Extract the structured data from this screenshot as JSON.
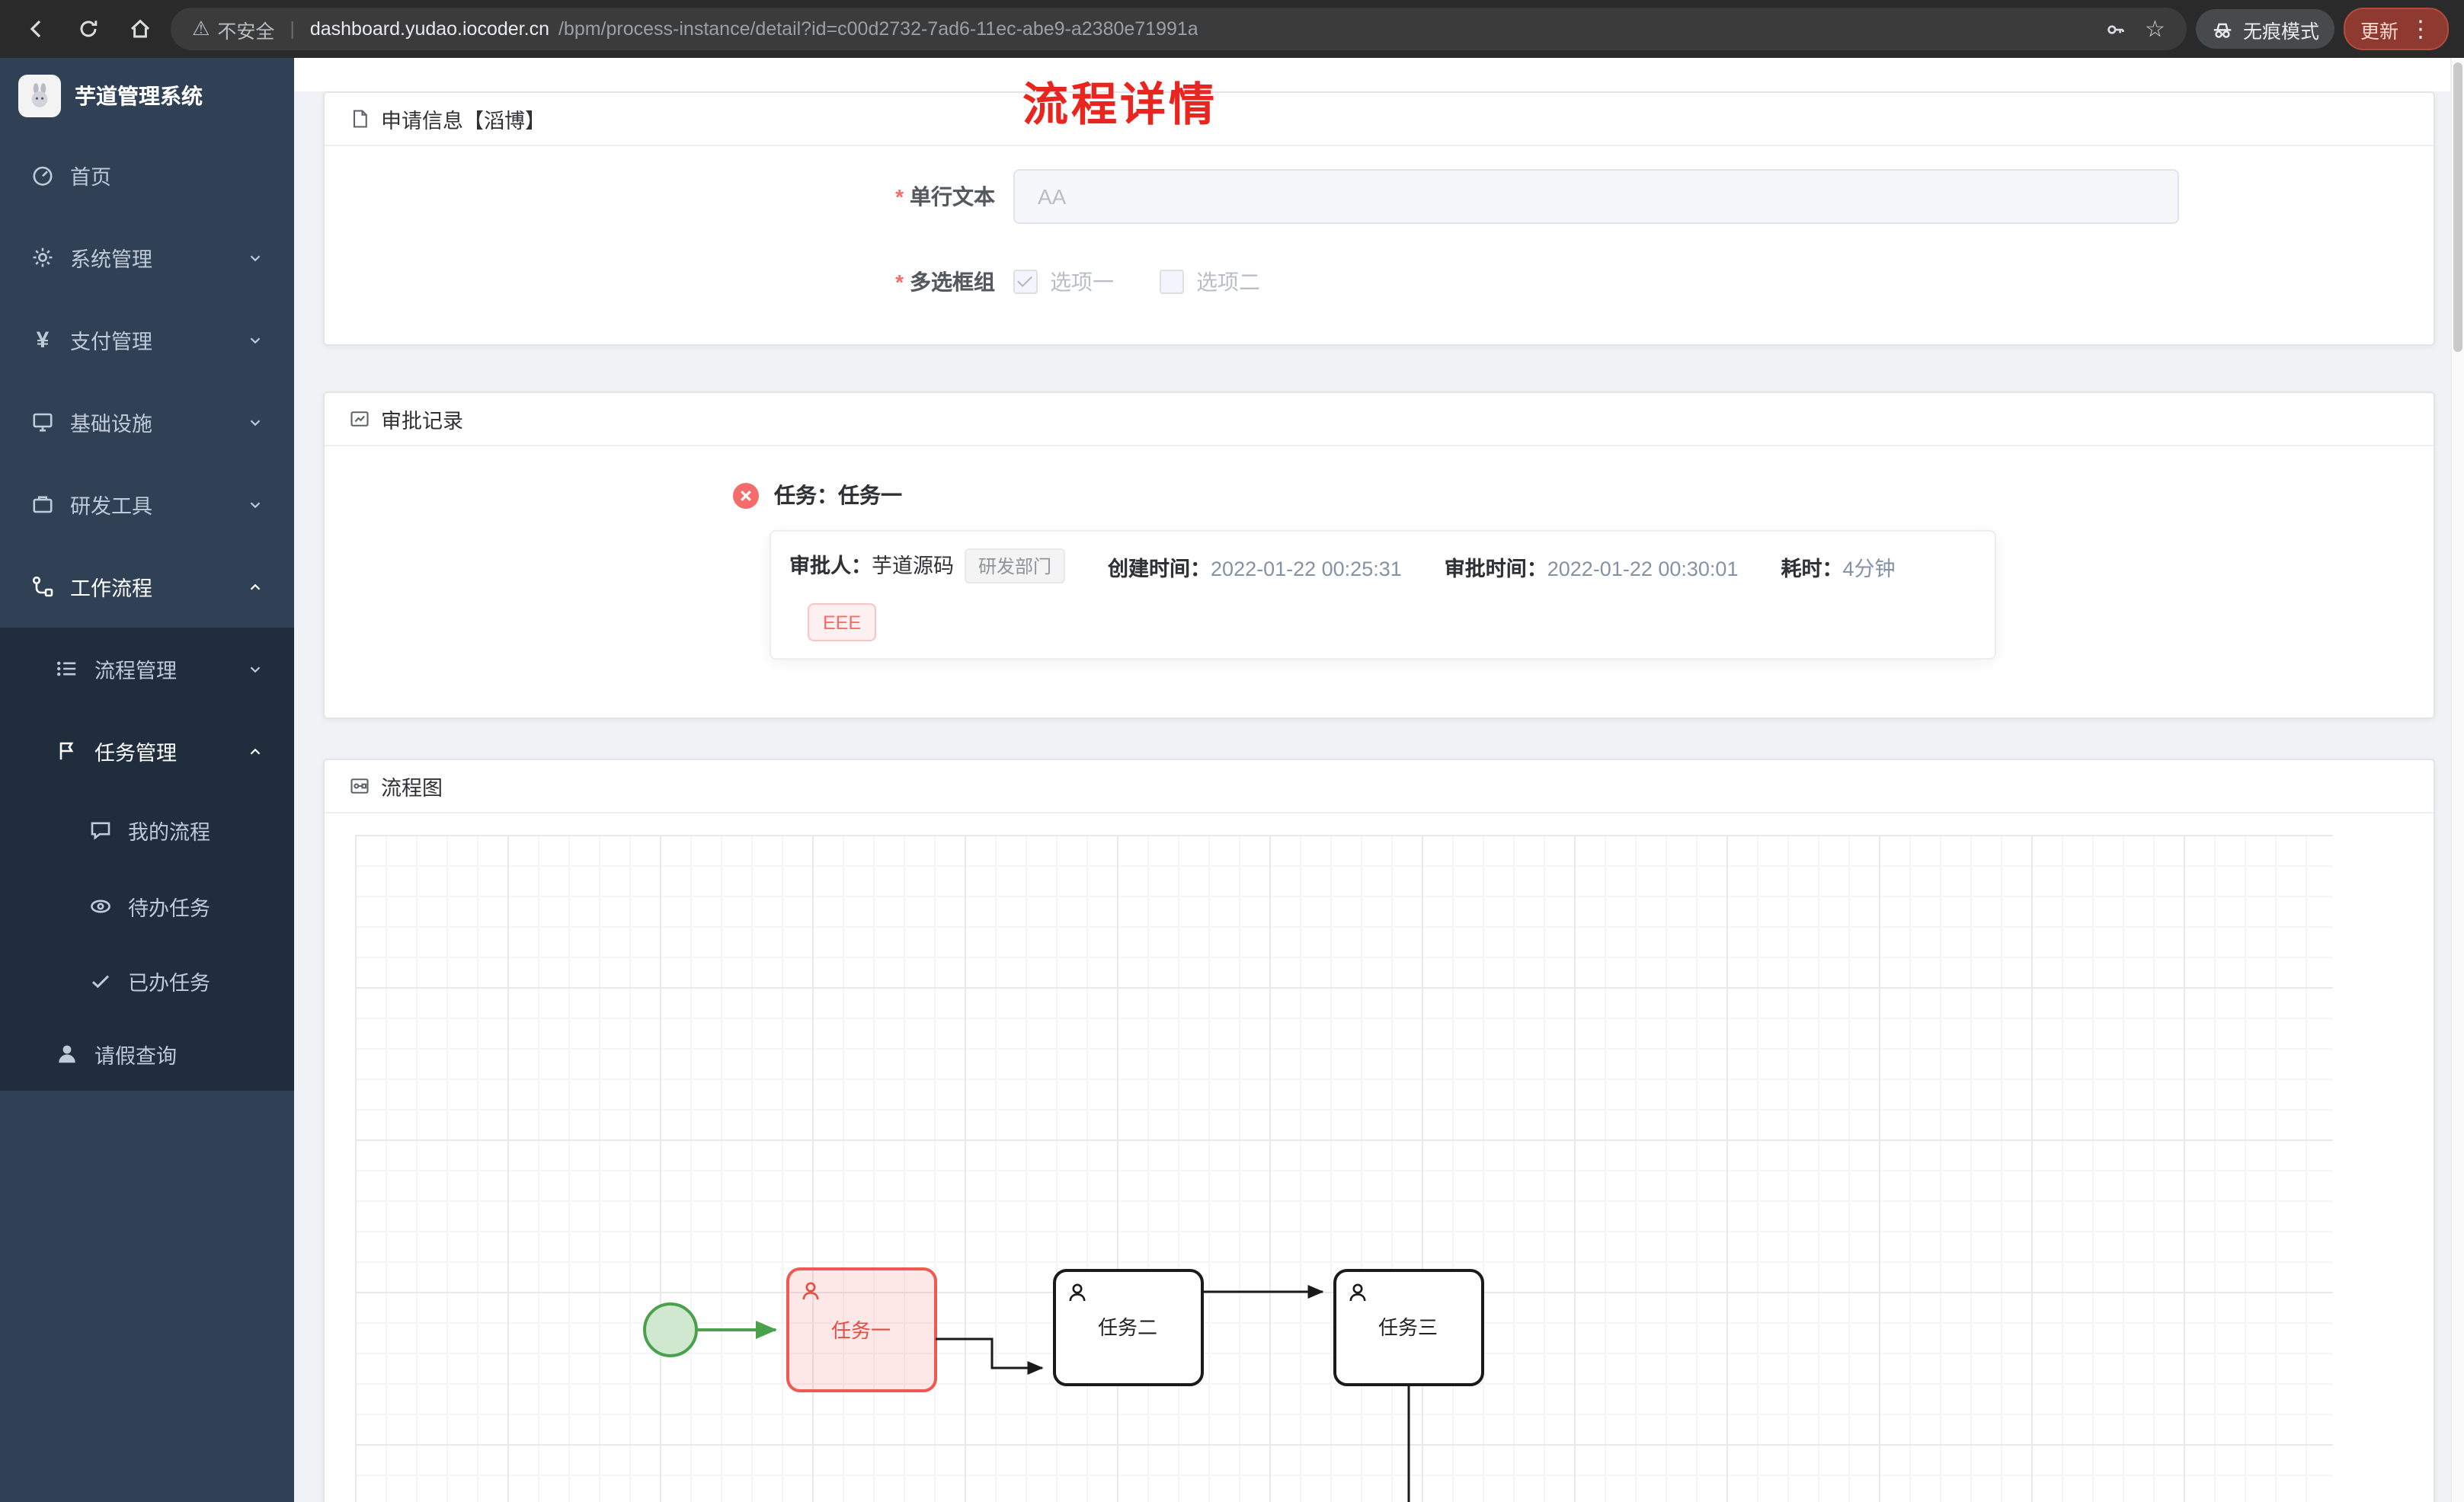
{
  "browser": {
    "security_label": "不安全",
    "url_domain": "dashboard.yudao.iocoder.cn",
    "url_path": "/bpm/process-instance/detail?id=c00d2732-7ad6-11ec-abe9-a2380e71991a",
    "incognito_label": "无痕模式",
    "update_label": "更新"
  },
  "icons": {
    "warning": "⚠",
    "star": "☆",
    "menu_dots": "⋮",
    "separator": "|",
    "yen": "¥"
  },
  "sidebar": {
    "app_title": "芋道管理系统",
    "items": {
      "home": "首页",
      "system": "系统管理",
      "payment": "支付管理",
      "infra": "基础设施",
      "devtools": "研发工具",
      "workflow": "工作流程",
      "process_mgmt": "流程管理",
      "task_mgmt": "任务管理",
      "my_process": "我的流程",
      "todo_task": "待办任务",
      "done_task": "已办任务",
      "leave_query": "请假查询"
    }
  },
  "page": {
    "title": "流程详情"
  },
  "apply_card": {
    "title": "申请信息【滔博】",
    "text_field": {
      "label": "单行文本",
      "value": "AA"
    },
    "checkbox_group": {
      "label": "多选框组",
      "options": [
        {
          "label": "选项一",
          "checked": true
        },
        {
          "label": "选项二",
          "checked": false
        }
      ]
    }
  },
  "approval_card": {
    "title": "审批记录",
    "task_title": "任务：任务一",
    "approver_label": "审批人：",
    "approver_name": "芋道源码",
    "approver_dept": "研发部门",
    "create_label": "创建时间：",
    "create_time": "2022-01-22 00:25:31",
    "approve_label": "审批时间：",
    "approve_time": "2022-01-22 00:30:01",
    "duration_label": "耗时：",
    "duration_value": "4分钟",
    "comment": "EEE"
  },
  "diagram_card": {
    "title": "流程图",
    "tasks": [
      "任务一",
      "任务二",
      "任务三"
    ]
  },
  "colors": {
    "sidebar_bg": "#304156",
    "submenu_bg": "#1f2d3d",
    "title_red": "#e8261f",
    "task_highlight_red": "#f56c6c",
    "start_event_green": "#49a14c"
  }
}
